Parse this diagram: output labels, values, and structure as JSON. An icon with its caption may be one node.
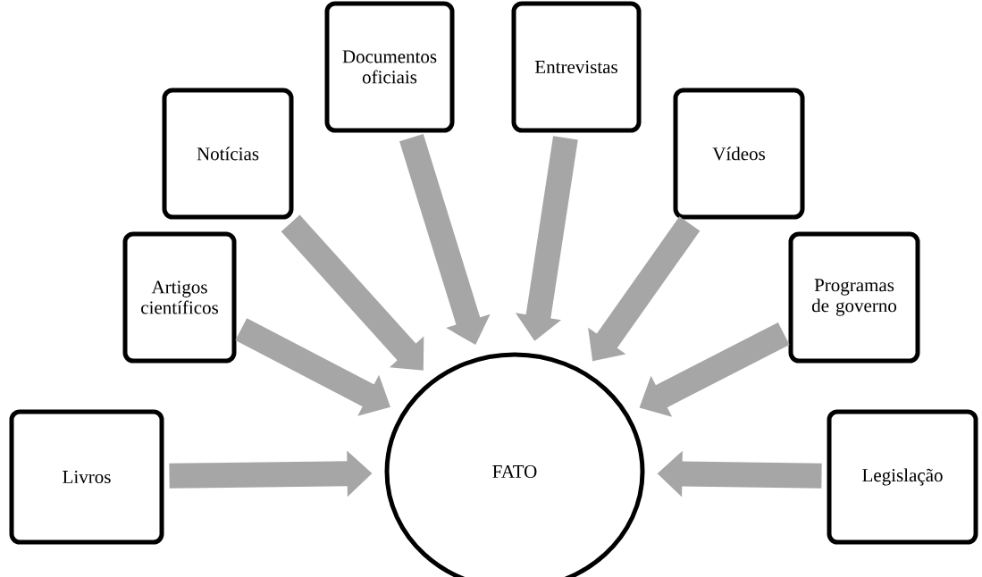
{
  "diagram": {
    "nodes": [
      {
        "text": [
          "Livros"
        ]
      },
      {
        "text": [
          "Artigos científicos"
        ]
      },
      {
        "text": [
          "Notícias"
        ]
      },
      {
        "text": [
          "Documentos oficiais"
        ]
      },
      {
        "text": [
          "Entrevistas"
        ]
      },
      {
        "text": [
          "Vídeos"
        ]
      },
      {
        "text": [
          "Programas de governo"
        ]
      },
      {
        "text": [
          "Legislação"
        ]
      },
      {
        "text": [
          "FATO"
        ]
      }
    ],
    "edges": [
      {
        "from": 0,
        "to": 8,
        "arrow": "to"
      },
      {
        "from": 1,
        "to": 8,
        "arrow": "to"
      },
      {
        "from": 2,
        "to": 8,
        "arrow": "to"
      },
      {
        "from": 3,
        "to": 8,
        "arrow": "to"
      },
      {
        "from": 4,
        "to": 8,
        "arrow": "to"
      },
      {
        "from": 5,
        "to": 8,
        "arrow": "to"
      },
      {
        "from": 6,
        "to": 8,
        "arrow": "to"
      },
      {
        "from": 7,
        "to": 8,
        "arrow": "to"
      }
    ]
  }
}
